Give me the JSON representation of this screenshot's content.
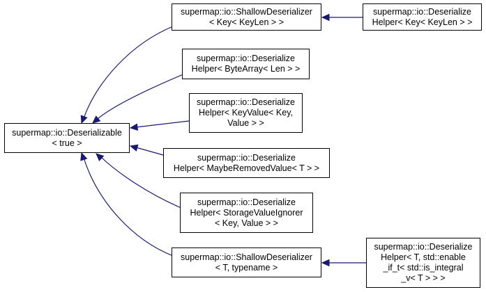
{
  "nodes": {
    "deserializable": {
      "lines": [
        "supermap::io::Deserializable",
        "< true >"
      ]
    },
    "shallow_keylen": {
      "lines": [
        "supermap::io::ShallowDeserializer",
        "< Key< KeyLen > >"
      ]
    },
    "helper_keylen": {
      "lines": [
        "supermap::io::Deserialize",
        "Helper< Key< KeyLen > >"
      ]
    },
    "helper_bytearray": {
      "lines": [
        "supermap::io::Deserialize",
        "Helper< ByteArray< Len > >"
      ]
    },
    "helper_keyvalue": {
      "lines": [
        "supermap::io::Deserialize",
        "Helper< KeyValue< Key,",
        "Value > >"
      ]
    },
    "helper_maybe": {
      "lines": [
        "supermap::io::Deserialize",
        "Helper< MaybeRemovedValue< T > >"
      ]
    },
    "helper_storage": {
      "lines": [
        "supermap::io::Deserialize",
        "Helper< StorageValueIgnorer",
        "< Key, Value > >"
      ]
    },
    "shallow_typename": {
      "lines": [
        "supermap::io::ShallowDeserializer",
        "< T, typename >"
      ]
    },
    "helper_integral": {
      "lines": [
        "supermap::io::Deserialize",
        "Helper< T, std::enable",
        "_if_t< std::is_integral",
        "_v< T > > >"
      ]
    }
  },
  "edges": [
    {
      "from": "shallow_keylen",
      "to": "deserializable"
    },
    {
      "from": "helper_bytearray",
      "to": "deserializable"
    },
    {
      "from": "helper_keyvalue",
      "to": "deserializable"
    },
    {
      "from": "helper_maybe",
      "to": "deserializable"
    },
    {
      "from": "helper_storage",
      "to": "deserializable"
    },
    {
      "from": "shallow_typename",
      "to": "deserializable"
    },
    {
      "from": "helper_keylen",
      "to": "shallow_keylen"
    },
    {
      "from": "helper_integral",
      "to": "shallow_typename"
    }
  ],
  "colors": {
    "edge": "#191970",
    "border": "#000000",
    "background": "#ffffff"
  }
}
